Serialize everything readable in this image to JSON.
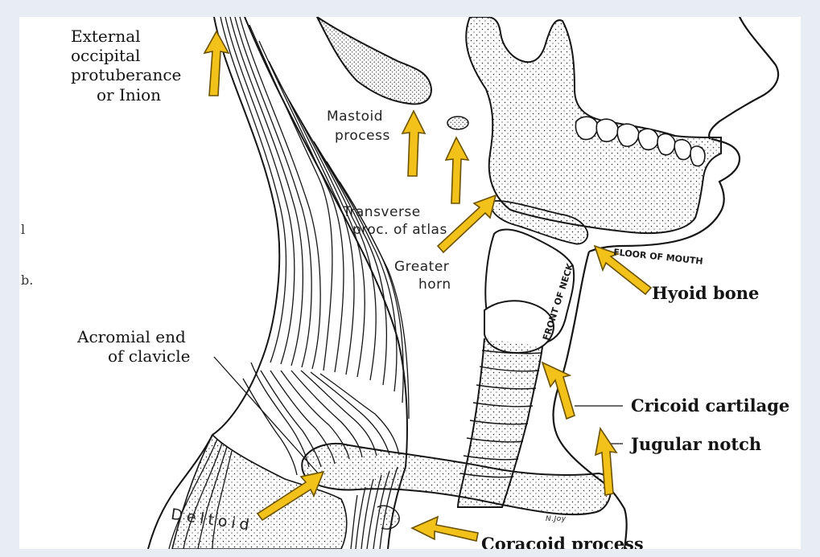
{
  "labels": {
    "external_occipital": [
      "External",
      "occipital",
      "protuberance",
      "or Inion"
    ],
    "mastoid": [
      "Mastoid",
      "process"
    ],
    "transverse": [
      "Transverse",
      "proc. of atlas"
    ],
    "greater_horn": [
      "Greater",
      "horn"
    ],
    "floor_of_mouth": "FLOOR OF MOUTH",
    "hyoid": "Hyoid bone",
    "front_of_neck": "FRONT OF NECK",
    "acromial": [
      "Acromial end",
      "of clavicle"
    ],
    "cricoid": "Cricoid cartilage",
    "jugular": "Jugular notch",
    "coracoid": "Coracoid process",
    "deltoid": "Deltoid",
    "signature": "N.Joy"
  },
  "margin_marks": [
    "l",
    "b."
  ],
  "colors": {
    "arrow_fill": "#f2c21a",
    "arrow_stroke": "#6b5200",
    "ink": "#161616",
    "paper": "#ffffff",
    "background": "#e8edf3"
  }
}
